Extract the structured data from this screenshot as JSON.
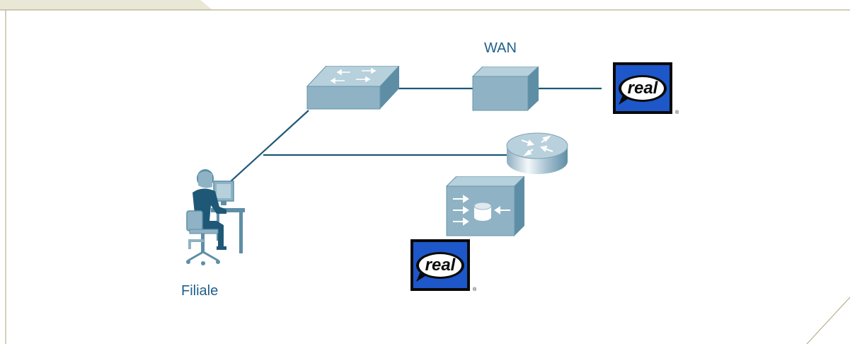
{
  "diagram": {
    "labels": {
      "wan": "WAN",
      "branch": "Filiale"
    },
    "nodes": [
      {
        "id": "switch",
        "icon": "switch-icon"
      },
      {
        "id": "wan-device",
        "icon": "wan-device-icon"
      },
      {
        "id": "router",
        "icon": "router-icon"
      },
      {
        "id": "content-engine",
        "icon": "content-engine-icon"
      },
      {
        "id": "real-server-top",
        "icon": "realplayer-logo"
      },
      {
        "id": "real-server-bottom",
        "icon": "realplayer-logo"
      },
      {
        "id": "branch-user",
        "icon": "user-workstation-icon"
      }
    ],
    "logos": {
      "real_text": "real",
      "real_mark": "®"
    },
    "colors": {
      "link": "#1f5877",
      "device_fill": "#8fb3c4",
      "device_dark": "#5a8aa2",
      "label": "#1f5f8b",
      "frame": "#b7b08a",
      "logo_blue": "#1d57c9"
    }
  }
}
